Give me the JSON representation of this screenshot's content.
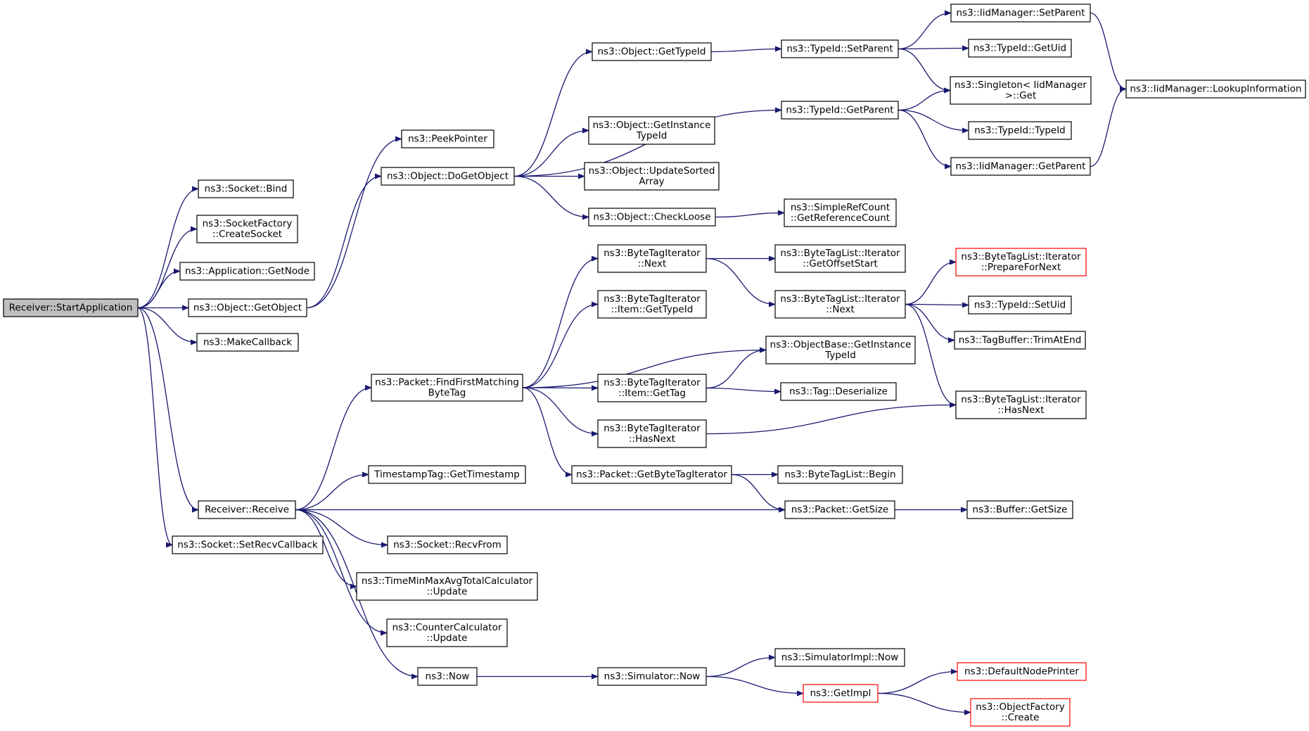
{
  "nodes": [
    {
      "id": "start_app",
      "lines": [
        "Receiver::StartApplication"
      ],
      "style": "root"
    },
    {
      "id": "socket_bind",
      "lines": [
        "ns3::Socket::Bind"
      ],
      "style": "normal"
    },
    {
      "id": "socketfactory_create",
      "lines": [
        "ns3::SocketFactory",
        "::CreateSocket"
      ],
      "style": "normal"
    },
    {
      "id": "app_getnode",
      "lines": [
        "ns3::Application::GetNode"
      ],
      "style": "normal"
    },
    {
      "id": "obj_getobject",
      "lines": [
        "ns3::Object::GetObject"
      ],
      "style": "normal"
    },
    {
      "id": "makecallback",
      "lines": [
        "ns3::MakeCallback"
      ],
      "style": "normal"
    },
    {
      "id": "receiver_receive",
      "lines": [
        "Receiver::Receive"
      ],
      "style": "normal"
    },
    {
      "id": "socket_setrecv",
      "lines": [
        "ns3::Socket::SetRecvCallback"
      ],
      "style": "normal"
    },
    {
      "id": "peekpointer",
      "lines": [
        "ns3::PeekPointer"
      ],
      "style": "normal"
    },
    {
      "id": "obj_dogetobject",
      "lines": [
        "ns3::Object::DoGetObject"
      ],
      "style": "normal"
    },
    {
      "id": "obj_gettypeid",
      "lines": [
        "ns3::Object::GetTypeId"
      ],
      "style": "normal"
    },
    {
      "id": "obj_getinstancetypeid",
      "lines": [
        "ns3::Object::GetInstance",
        "TypeId"
      ],
      "style": "normal"
    },
    {
      "id": "obj_updatesorted",
      "lines": [
        "ns3::Object::UpdateSorted",
        "Array"
      ],
      "style": "normal"
    },
    {
      "id": "obj_checkloose",
      "lines": [
        "ns3::Object::CheckLoose"
      ],
      "style": "normal"
    },
    {
      "id": "typeid_setparent",
      "lines": [
        "ns3::TypeId::SetParent"
      ],
      "style": "normal"
    },
    {
      "id": "typeid_getparent",
      "lines": [
        "ns3::TypeId::GetParent"
      ],
      "style": "normal"
    },
    {
      "id": "simplerefcount",
      "lines": [
        "ns3::SimpleRefCount",
        "::GetReferenceCount"
      ],
      "style": "normal"
    },
    {
      "id": "iid_setparent",
      "lines": [
        "ns3::IidManager::SetParent"
      ],
      "style": "normal"
    },
    {
      "id": "typeid_getuid",
      "lines": [
        "ns3::TypeId::GetUid"
      ],
      "style": "normal"
    },
    {
      "id": "singleton_get",
      "lines": [
        "ns3::Singleton< IidManager",
        " >::Get"
      ],
      "style": "normal"
    },
    {
      "id": "typeid_typeid",
      "lines": [
        "ns3::TypeId::TypeId"
      ],
      "style": "normal"
    },
    {
      "id": "iid_getparent",
      "lines": [
        "ns3::IidManager::GetParent"
      ],
      "style": "normal"
    },
    {
      "id": "iid_lookup",
      "lines": [
        "ns3::IidManager::LookupInformation"
      ],
      "style": "normal"
    },
    {
      "id": "pkt_findfirst",
      "lines": [
        "ns3::Packet::FindFirstMatching",
        "ByteTag"
      ],
      "style": "normal"
    },
    {
      "id": "timestamp_get",
      "lines": [
        "TimestampTag::GetTimestamp"
      ],
      "style": "normal"
    },
    {
      "id": "socket_recvfrom",
      "lines": [
        "ns3::Socket::RecvFrom"
      ],
      "style": "normal"
    },
    {
      "id": "timeminmax_update",
      "lines": [
        "ns3::TimeMinMaxAvgTotalCalculator",
        "::Update"
      ],
      "style": "normal"
    },
    {
      "id": "counter_update",
      "lines": [
        "ns3::CounterCalculator",
        "::Update"
      ],
      "style": "normal"
    },
    {
      "id": "ns3_now",
      "lines": [
        "ns3::Now"
      ],
      "style": "normal"
    },
    {
      "id": "bti_next",
      "lines": [
        "ns3::ByteTagIterator",
        "::Next"
      ],
      "style": "normal"
    },
    {
      "id": "bti_item_gettypeid",
      "lines": [
        "ns3::ByteTagIterator",
        "::Item::GetTypeId"
      ],
      "style": "normal"
    },
    {
      "id": "bti_item_gettag",
      "lines": [
        "ns3::ByteTagIterator",
        "::Item::GetTag"
      ],
      "style": "normal"
    },
    {
      "id": "bti_hasnext",
      "lines": [
        "ns3::ByteTagIterator",
        "::HasNext"
      ],
      "style": "normal"
    },
    {
      "id": "pkt_getbytetagiter",
      "lines": [
        "ns3::Packet::GetByteTagIterator"
      ],
      "style": "normal"
    },
    {
      "id": "simulator_now",
      "lines": [
        "ns3::Simulator::Now"
      ],
      "style": "normal"
    },
    {
      "id": "btl_iter_getoffset",
      "lines": [
        "ns3::ByteTagList::Iterator",
        "::GetOffsetStart"
      ],
      "style": "normal"
    },
    {
      "id": "btl_iter_next",
      "lines": [
        "ns3::ByteTagList::Iterator",
        "::Next"
      ],
      "style": "normal"
    },
    {
      "id": "objbase_getinstance",
      "lines": [
        "ns3::ObjectBase::GetInstance",
        "TypeId"
      ],
      "style": "normal"
    },
    {
      "id": "tag_deserialize",
      "lines": [
        "ns3::Tag::Deserialize"
      ],
      "style": "normal"
    },
    {
      "id": "btl_begin",
      "lines": [
        "ns3::ByteTagList::Begin"
      ],
      "style": "normal"
    },
    {
      "id": "pkt_getsize",
      "lines": [
        "ns3::Packet::GetSize"
      ],
      "style": "normal"
    },
    {
      "id": "simimpl_now",
      "lines": [
        "ns3::SimulatorImpl::Now"
      ],
      "style": "normal"
    },
    {
      "id": "getimpl",
      "lines": [
        "ns3::GetImpl"
      ],
      "style": "red"
    },
    {
      "id": "btl_iter_prepare",
      "lines": [
        "ns3::ByteTagList::Iterator",
        "::PrepareForNext"
      ],
      "style": "red"
    },
    {
      "id": "typeid_setuid",
      "lines": [
        "ns3::TypeId::SetUid"
      ],
      "style": "normal"
    },
    {
      "id": "tagbuffer_trim",
      "lines": [
        "ns3::TagBuffer::TrimAtEnd"
      ],
      "style": "normal"
    },
    {
      "id": "btl_iter_hasnext",
      "lines": [
        "ns3::ByteTagList::Iterator",
        "::HasNext"
      ],
      "style": "normal"
    },
    {
      "id": "buffer_getsize",
      "lines": [
        "ns3::Buffer::GetSize"
      ],
      "style": "normal"
    },
    {
      "id": "defaultnodeprinter",
      "lines": [
        "ns3::DefaultNodePrinter"
      ],
      "style": "red"
    },
    {
      "id": "objfactory_create",
      "lines": [
        "ns3::ObjectFactory",
        "::Create"
      ],
      "style": "red"
    }
  ],
  "edges": [
    [
      "start_app",
      "socket_bind"
    ],
    [
      "start_app",
      "socketfactory_create"
    ],
    [
      "start_app",
      "app_getnode"
    ],
    [
      "start_app",
      "obj_getobject"
    ],
    [
      "start_app",
      "makecallback"
    ],
    [
      "start_app",
      "receiver_receive"
    ],
    [
      "start_app",
      "socket_setrecv"
    ],
    [
      "obj_getobject",
      "peekpointer"
    ],
    [
      "obj_getobject",
      "obj_dogetobject"
    ],
    [
      "obj_dogetobject",
      "obj_gettypeid"
    ],
    [
      "obj_dogetobject",
      "typeid_getparent"
    ],
    [
      "obj_dogetobject",
      "obj_getinstancetypeid"
    ],
    [
      "obj_dogetobject",
      "obj_updatesorted"
    ],
    [
      "obj_dogetobject",
      "obj_checkloose"
    ],
    [
      "obj_gettypeid",
      "typeid_setparent"
    ],
    [
      "typeid_setparent",
      "iid_setparent"
    ],
    [
      "typeid_setparent",
      "typeid_getuid"
    ],
    [
      "typeid_setparent",
      "singleton_get"
    ],
    [
      "typeid_getparent",
      "singleton_get"
    ],
    [
      "typeid_getparent",
      "typeid_typeid"
    ],
    [
      "typeid_getparent",
      "iid_getparent"
    ],
    [
      "iid_setparent",
      "iid_lookup"
    ],
    [
      "iid_getparent",
      "iid_lookup"
    ],
    [
      "obj_checkloose",
      "simplerefcount"
    ],
    [
      "receiver_receive",
      "pkt_findfirst"
    ],
    [
      "receiver_receive",
      "timestamp_get"
    ],
    [
      "receiver_receive",
      "pkt_getsize"
    ],
    [
      "receiver_receive",
      "socket_recvfrom"
    ],
    [
      "receiver_receive",
      "timeminmax_update"
    ],
    [
      "receiver_receive",
      "counter_update"
    ],
    [
      "receiver_receive",
      "ns3_now"
    ],
    [
      "pkt_findfirst",
      "bti_next"
    ],
    [
      "pkt_findfirst",
      "bti_item_gettypeid"
    ],
    [
      "pkt_findfirst",
      "objbase_getinstance"
    ],
    [
      "pkt_findfirst",
      "bti_item_gettag"
    ],
    [
      "pkt_findfirst",
      "bti_hasnext"
    ],
    [
      "pkt_findfirst",
      "pkt_getbytetagiter"
    ],
    [
      "bti_next",
      "btl_iter_getoffset"
    ],
    [
      "bti_next",
      "btl_iter_next"
    ],
    [
      "btl_iter_next",
      "btl_iter_prepare"
    ],
    [
      "btl_iter_next",
      "typeid_setuid"
    ],
    [
      "btl_iter_next",
      "tagbuffer_trim"
    ],
    [
      "btl_iter_next",
      "btl_iter_hasnext"
    ],
    [
      "bti_item_gettag",
      "objbase_getinstance"
    ],
    [
      "bti_item_gettag",
      "tag_deserialize"
    ],
    [
      "bti_hasnext",
      "btl_iter_hasnext"
    ],
    [
      "pkt_getbytetagiter",
      "btl_begin"
    ],
    [
      "pkt_getbytetagiter",
      "pkt_getsize"
    ],
    [
      "pkt_getsize",
      "buffer_getsize"
    ],
    [
      "ns3_now",
      "simulator_now"
    ],
    [
      "simulator_now",
      "simimpl_now"
    ],
    [
      "simulator_now",
      "getimpl"
    ],
    [
      "getimpl",
      "defaultnodeprinter"
    ],
    [
      "getimpl",
      "objfactory_create"
    ]
  ],
  "colors": {
    "edge": "#191970",
    "root_fill": "#bfbfbf",
    "node_border": "#000000",
    "incomplete_border": "#ff0000"
  }
}
